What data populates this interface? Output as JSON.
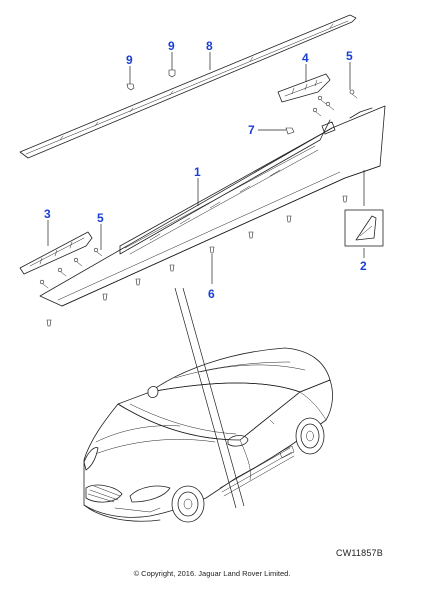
{
  "callouts": {
    "c1": "1",
    "c2": "2",
    "c3": "3",
    "c4": "4",
    "c5a": "5",
    "c5b": "5",
    "c6": "6",
    "c7": "7",
    "c8": "8",
    "c9a": "9",
    "c9b": "9"
  },
  "reference_code": "CW11857B",
  "copyright": "© Copyright, 2016. Jaguar Land Rover Limited.",
  "colors": {
    "callout": "#1a3fd6",
    "line": "#222222",
    "background": "#ffffff"
  }
}
